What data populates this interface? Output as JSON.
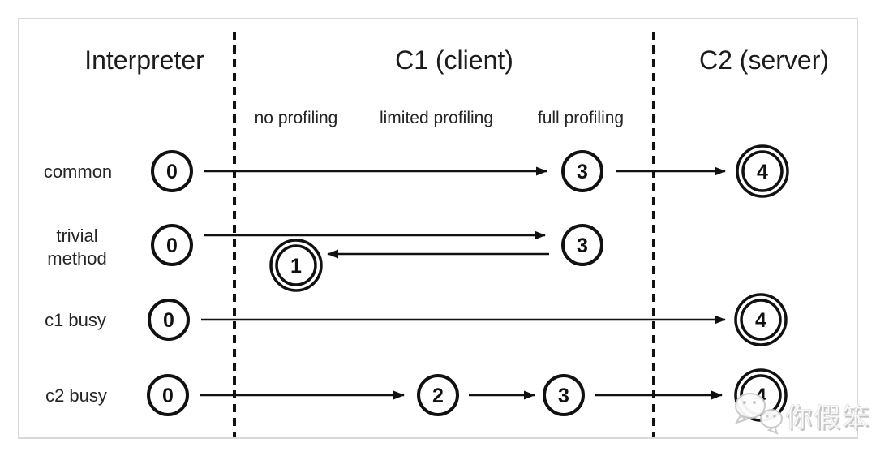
{
  "header": {
    "interpreter": "Interpreter",
    "c1": "C1 (client)",
    "c2": "C2 (server)"
  },
  "c1_phases": {
    "no": "no profiling",
    "limited": "limited profiling",
    "full": "full profiling"
  },
  "rows": [
    {
      "label": "common",
      "states": {
        "s0": "0",
        "s3": "3",
        "s4": "4"
      }
    },
    {
      "label_line1": "trivial",
      "label_line2": "method",
      "states": {
        "s0": "0",
        "s3": "3",
        "s1": "1"
      }
    },
    {
      "label": "c1 busy",
      "states": {
        "s0": "0",
        "s4": "4"
      }
    },
    {
      "label": "c2 busy",
      "states": {
        "s0": "0",
        "s2": "2",
        "s3": "3",
        "s4": "4"
      }
    }
  ],
  "colors": {
    "line": "#111111",
    "panel_border": "#d9d9d9",
    "text": "#1c1c1c",
    "watermark": "#c8c8c8"
  },
  "watermark": {
    "text": "你假笨"
  }
}
